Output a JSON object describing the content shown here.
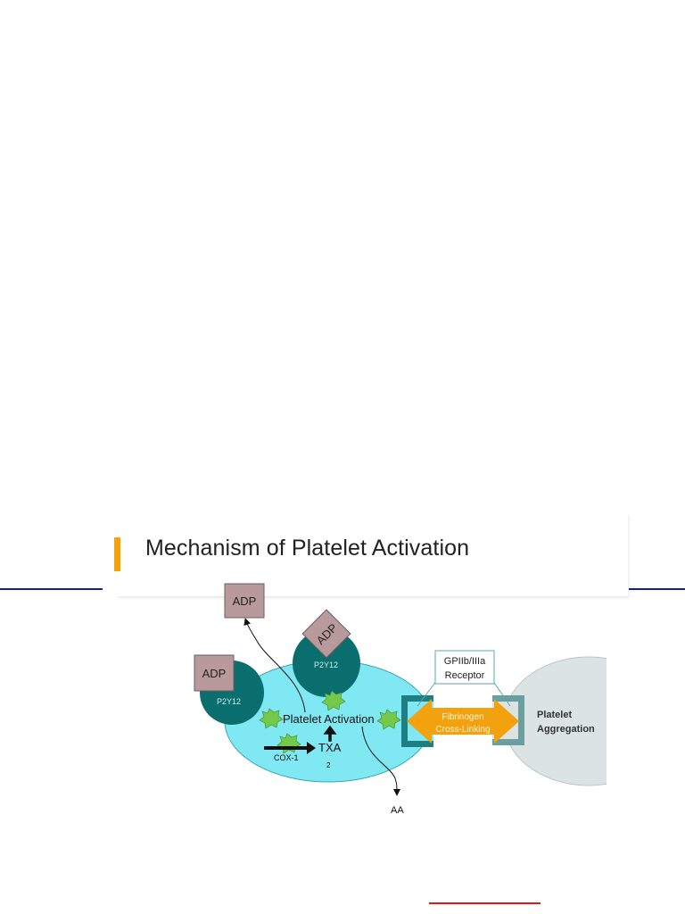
{
  "slide": {
    "title": "Mechanism of Platelet Activation"
  },
  "diagram": {
    "adp_top": "ADP",
    "adp_diamond": "ADP",
    "adp_left": "ADP",
    "p2y12_top": "P2Y12",
    "p2y12_left": "P2Y12",
    "platelet_activation": "Platelet Activation",
    "cox1": "COX-1",
    "txa": "TXA",
    "txa_sub": "2",
    "aa": "AA",
    "gp_receptor_line1": "GPIIb/IIIa",
    "gp_receptor_line2": "Receptor",
    "fibrinogen_line1": "Fibrinogen",
    "fibrinogen_line2": "Cross-Linking",
    "platelet_aggregation_line1": "Platelet",
    "platelet_aggregation_line2": "Aggregation"
  },
  "colors": {
    "accent": "#f0a30a",
    "rule_blue": "#1a1a9e",
    "rule_red": "#e8141c",
    "platelet_cyan": "#7fe8f3",
    "receptor_teal": "#0b6e6e",
    "adp_mauve": "#b89a9c",
    "fibrinogen_orange": "#f3a20f",
    "bracket_teal": "#1d7f82",
    "aggregation_gray": "#dbe4e3",
    "granule_green": "#74c84a"
  }
}
